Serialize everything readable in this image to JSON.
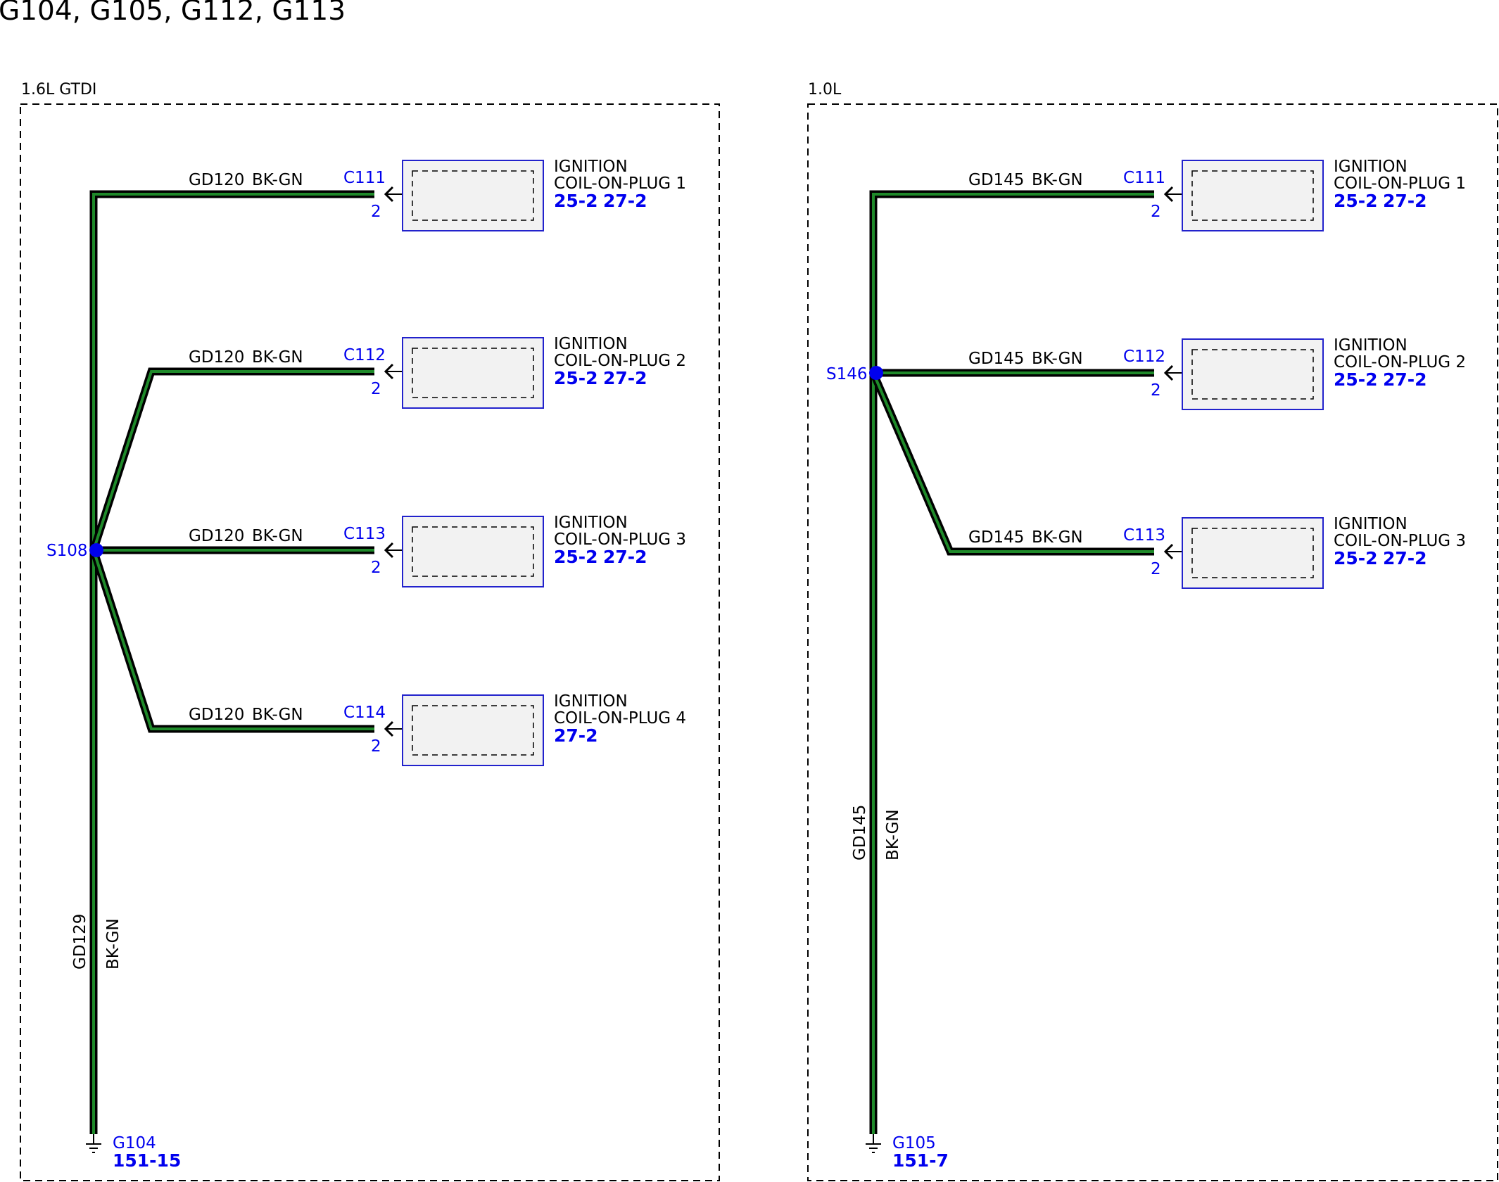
{
  "title": "G104, G105, G112, G113",
  "colors": {
    "wire_outer": "#000000",
    "wire_inner": "#1f8a2a",
    "link_blue": "#0000ee",
    "component_fill": "#f2f2f2",
    "component_border": "#2222cc"
  },
  "sections": [
    {
      "label": "1.6L GTDI",
      "splice": "S108",
      "main_wire": {
        "circuit": "GD129",
        "color": "BK-GN"
      },
      "ground": {
        "id": "G104",
        "ref": "151-15"
      },
      "branches": [
        {
          "circuit": "GD120",
          "color": "BK-GN",
          "connector": "C111",
          "pin": "2",
          "component_line1": "IGNITION",
          "component_line2": "COIL-ON-PLUG 1",
          "refs": [
            "25-2",
            "27-2"
          ]
        },
        {
          "circuit": "GD120",
          "color": "BK-GN",
          "connector": "C112",
          "pin": "2",
          "component_line1": "IGNITION",
          "component_line2": "COIL-ON-PLUG 2",
          "refs": [
            "25-2",
            "27-2"
          ]
        },
        {
          "circuit": "GD120",
          "color": "BK-GN",
          "connector": "C113",
          "pin": "2",
          "component_line1": "IGNITION",
          "component_line2": "COIL-ON-PLUG 3",
          "refs": [
            "25-2",
            "27-2"
          ]
        },
        {
          "circuit": "GD120",
          "color": "BK-GN",
          "connector": "C114",
          "pin": "2",
          "component_line1": "IGNITION",
          "component_line2": "COIL-ON-PLUG 4",
          "refs": [
            "27-2"
          ]
        }
      ]
    },
    {
      "label": "1.0L",
      "splice": "S146",
      "main_wire": {
        "circuit": "GD145",
        "color": "BK-GN"
      },
      "ground": {
        "id": "G105",
        "ref": "151-7"
      },
      "branches": [
        {
          "circuit": "GD145",
          "color": "BK-GN",
          "connector": "C111",
          "pin": "2",
          "component_line1": "IGNITION",
          "component_line2": "COIL-ON-PLUG 1",
          "refs": [
            "25-2",
            "27-2"
          ]
        },
        {
          "circuit": "GD145",
          "color": "BK-GN",
          "connector": "C112",
          "pin": "2",
          "component_line1": "IGNITION",
          "component_line2": "COIL-ON-PLUG 2",
          "refs": [
            "25-2",
            "27-2"
          ]
        },
        {
          "circuit": "GD145",
          "color": "BK-GN",
          "connector": "C113",
          "pin": "2",
          "component_line1": "IGNITION",
          "component_line2": "COIL-ON-PLUG 3",
          "refs": [
            "25-2",
            "27-2"
          ]
        }
      ]
    }
  ]
}
